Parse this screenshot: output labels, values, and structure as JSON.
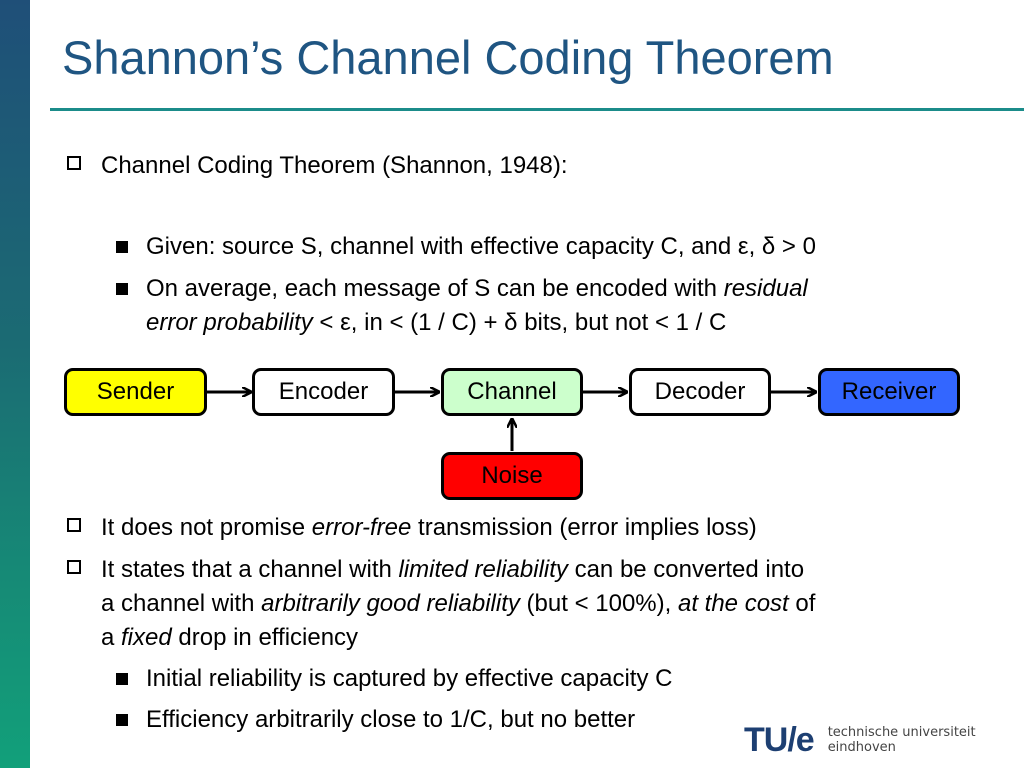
{
  "title": "Shannon’s Channel Coding Theorem",
  "bullets": {
    "b1": "Channel Coding Theorem (Shannon, 1948):",
    "b1_sub1": "Given: source S, channel with effective capacity C, and ε, δ > 0",
    "b1_sub2_part1": "On average, each message of S can be encoded with ",
    "b1_sub2_italic1": "residual",
    "b1_sub2_italic2": "error probability",
    "b1_sub2_part2": " < ε, in < (1 / C) + δ bits, but not < 1 / C",
    "b2_part1": "It does not promise ",
    "b2_italic": "error-free",
    "b2_part2": " transmission (error implies loss)",
    "b3_part1": "It states that a channel with ",
    "b3_italic1": "limited reliability",
    "b3_part2": " can be converted into",
    "b3_part3": "a channel with ",
    "b3_italic2": "arbitrarily good reliability",
    "b3_part4": " (but < 100%), ",
    "b3_italic3": "at the cost",
    "b3_part5": " of",
    "b3_part6": "a ",
    "b3_italic4": "fixed",
    "b3_part7": " drop in efficiency",
    "b3_sub1": "Initial reliability is captured by effective capacity C",
    "b3_sub2": "Efficiency arbitrarily close to 1/C, but no better"
  },
  "diagram": {
    "sender": "Sender",
    "encoder": "Encoder",
    "channel": "Channel",
    "decoder": "Decoder",
    "receiver": "Receiver",
    "noise": "Noise",
    "colors": {
      "sender": "#ffff00",
      "encoder": "#ffffff",
      "channel": "#ccffcc",
      "decoder": "#ffffff",
      "receiver": "#3366ff",
      "noise": "#ff0000"
    }
  },
  "logo": {
    "mark": "TU/e",
    "text": "technische universiteit eindhoven"
  }
}
